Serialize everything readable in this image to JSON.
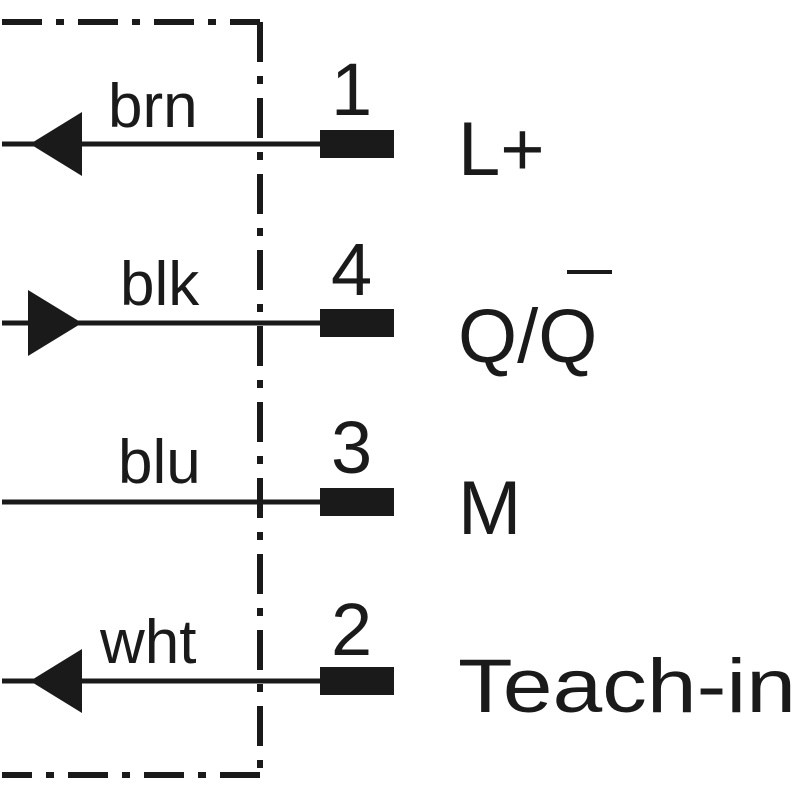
{
  "connections": [
    {
      "wire_color": "brn",
      "pin": "1",
      "signal": "L+",
      "direction": "in"
    },
    {
      "wire_color": "blk",
      "pin": "4",
      "signal": "Q/Q",
      "signal_overline": "Q",
      "direction": "out"
    },
    {
      "wire_color": "blu",
      "pin": "3",
      "signal": "M",
      "direction": "none"
    },
    {
      "wire_color": "wht",
      "pin": "2",
      "signal": "Teach-in",
      "direction": "in"
    }
  ],
  "colors": {
    "line": "#1a1a1a",
    "background": "#ffffff"
  }
}
